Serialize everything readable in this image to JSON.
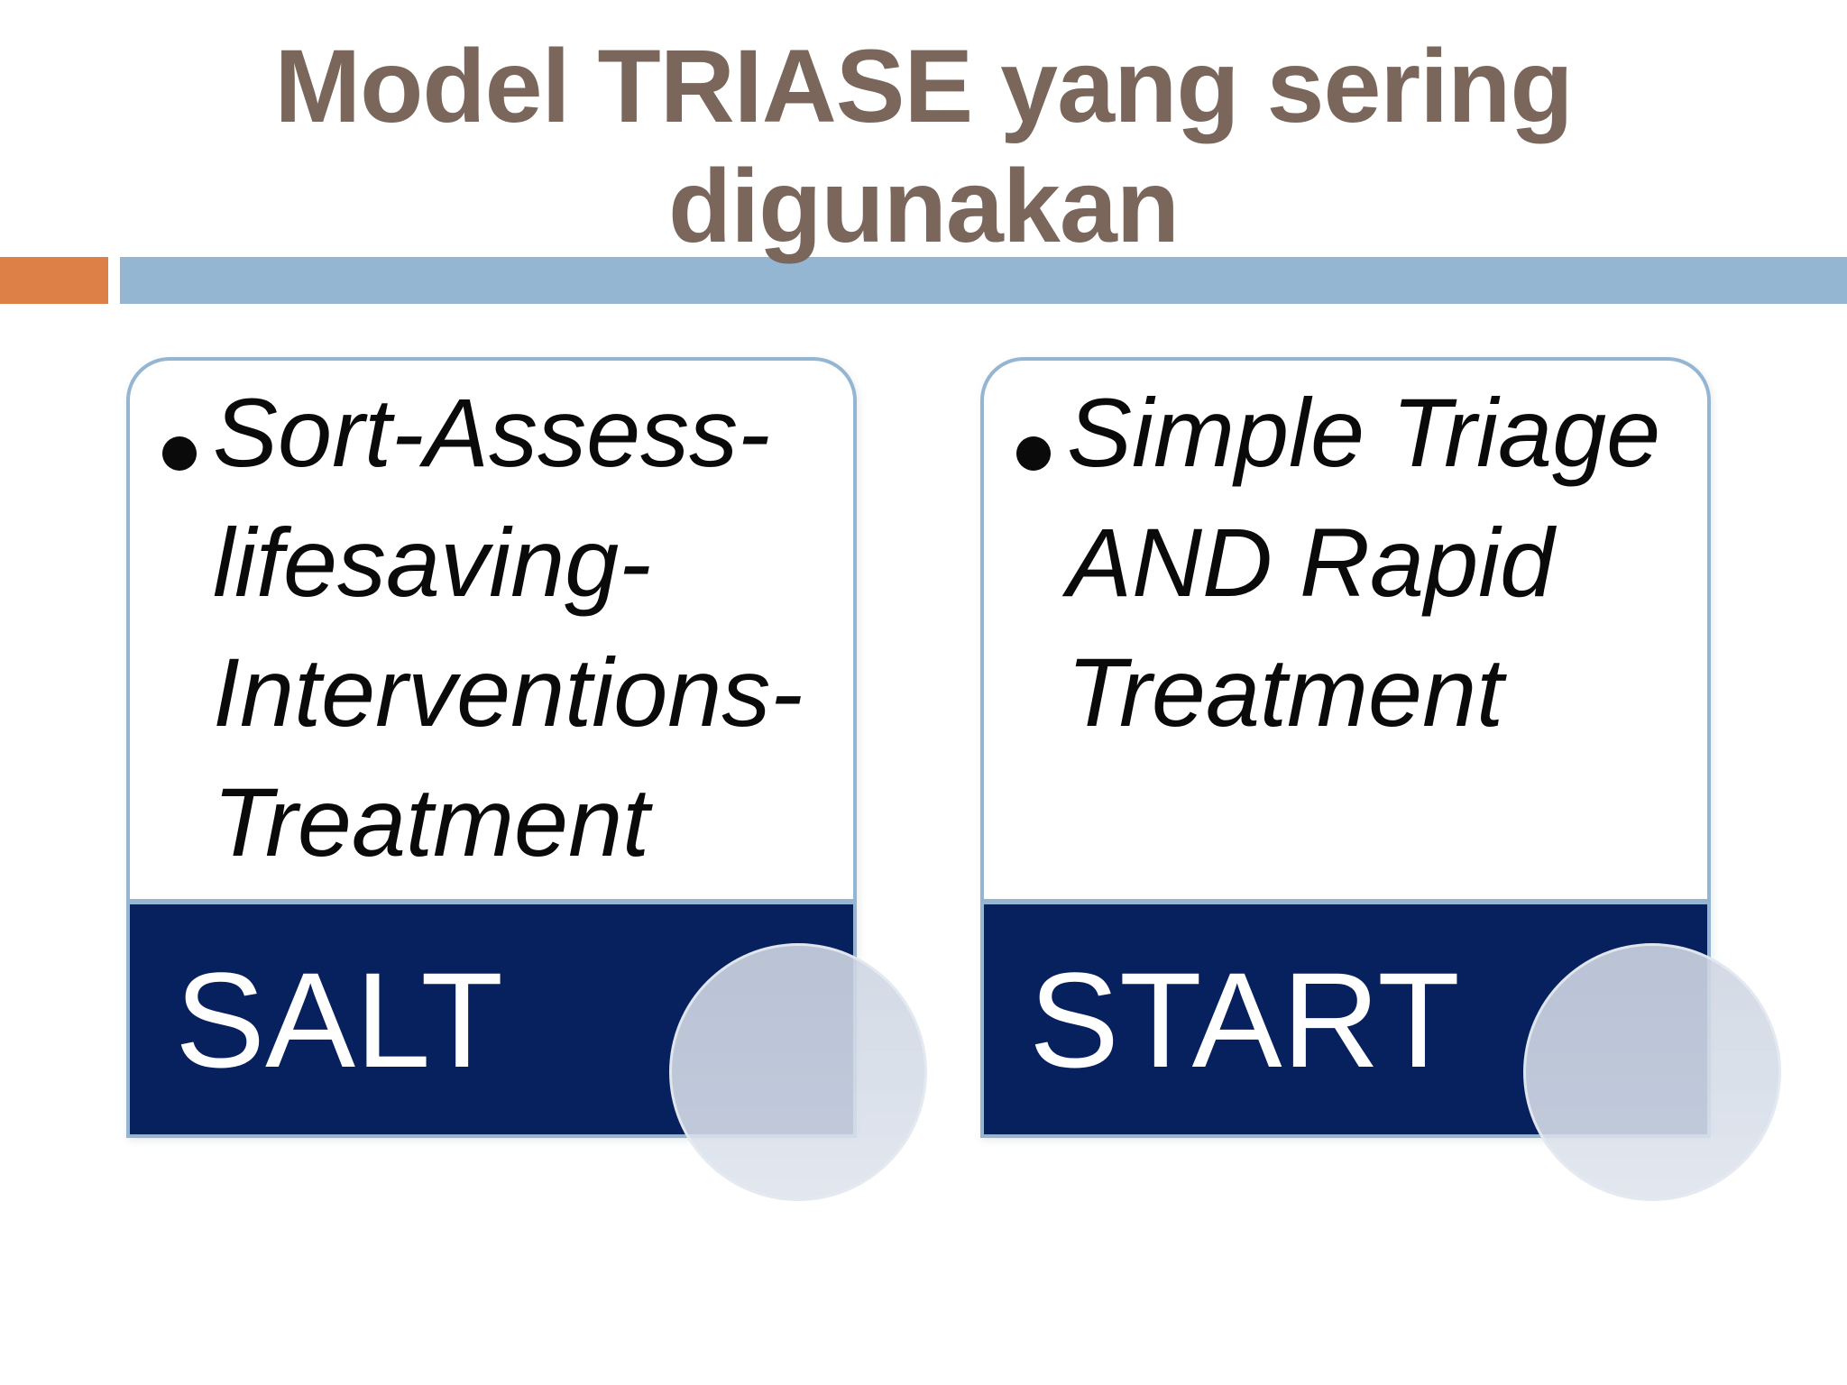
{
  "slide": {
    "title_lines": [
      "Model TRIASE yang sering",
      "digunakan"
    ],
    "cards": [
      {
        "text_lines": [
          "Sort-Assess-",
          "lifesaving-",
          "Interventions-",
          "Treatment"
        ],
        "label": "SALT"
      },
      {
        "text_lines": [
          "Simple Triage",
          "AND Rapid",
          "Treatment"
        ],
        "label": "START"
      }
    ],
    "colors": {
      "title_brown": "#7A665B",
      "accent_orange": "#DD8047",
      "accent_blue": "#94B6D2",
      "footer_navy": "#07215F",
      "circle_fill": "#D9DFE9",
      "body_text": "#0A0A0A",
      "footer_text": "#FFFFFF"
    }
  }
}
